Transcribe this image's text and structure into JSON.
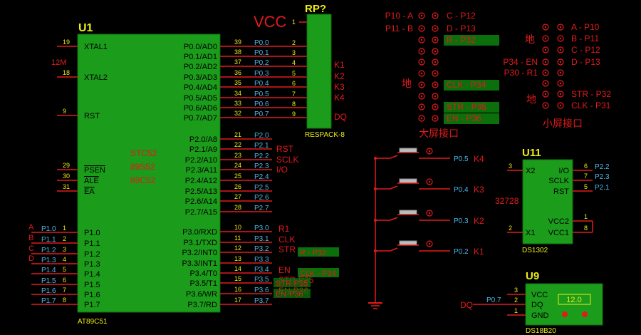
{
  "u1": {
    "ref": "U1",
    "part": "AT89C51",
    "crystal": "12M",
    "vendor_labels": [
      "STC52",
      "89S52",
      "89C52"
    ],
    "left_pins": [
      {
        "num": "19",
        "name": "XTAL1"
      },
      {
        "num": "18",
        "name": "XTAL2"
      },
      {
        "num": "9",
        "name": "RST"
      },
      {
        "num": "29",
        "name": "PSEN"
      },
      {
        "num": "30",
        "name": "ALE"
      },
      {
        "num": "31",
        "name": "EA"
      },
      {
        "num": "1",
        "name": "P1.0",
        "net": "P1.0",
        "tag": "A"
      },
      {
        "num": "2",
        "name": "P1.1",
        "net": "P1.1",
        "tag": "B"
      },
      {
        "num": "3",
        "name": "P1.2",
        "net": "P1.2",
        "tag": "C"
      },
      {
        "num": "4",
        "name": "P1.3",
        "net": "P1.3",
        "tag": "D"
      },
      {
        "num": "5",
        "name": "P1.4",
        "net": "P1.4",
        "tag": ""
      },
      {
        "num": "6",
        "name": "P1.5",
        "net": "P1.5",
        "tag": ""
      },
      {
        "num": "7",
        "name": "P1.6",
        "net": "P1.6",
        "tag": ""
      },
      {
        "num": "8",
        "name": "P1.7",
        "net": "P1.7",
        "tag": ""
      }
    ],
    "right_pins": [
      {
        "num": "39",
        "name": "P0.0/AD0",
        "net": "P0.0"
      },
      {
        "num": "38",
        "name": "P0.1/AD1",
        "net": "P0.1"
      },
      {
        "num": "37",
        "name": "P0.2/AD2",
        "net": "P0.2"
      },
      {
        "num": "36",
        "name": "P0.3/AD3",
        "net": "P0.3"
      },
      {
        "num": "35",
        "name": "P0.4/AD4",
        "net": "P0.4"
      },
      {
        "num": "34",
        "name": "P0.5/AD5",
        "net": "P0.5"
      },
      {
        "num": "33",
        "name": "P0.6/AD6",
        "net": "P0.6"
      },
      {
        "num": "32",
        "name": "P0.7/AD7",
        "net": "P0.7"
      },
      {
        "num": "21",
        "name": "P2.0/A8",
        "net": "P2.0",
        "tag": ""
      },
      {
        "num": "22",
        "name": "P2.1/A9",
        "net": "P2.1",
        "tag": "RST"
      },
      {
        "num": "23",
        "name": "P2.2/A10",
        "net": "P2.2",
        "tag": "SCLK"
      },
      {
        "num": "24",
        "name": "P2.3/A11",
        "net": "P2.3",
        "tag": "I/O"
      },
      {
        "num": "25",
        "name": "P2.4/A12",
        "net": "P2.4",
        "tag": ""
      },
      {
        "num": "26",
        "name": "P2.5/A13",
        "net": "P2.5",
        "tag": ""
      },
      {
        "num": "27",
        "name": "P2.6/A14",
        "net": "P2.6",
        "tag": ""
      },
      {
        "num": "28",
        "name": "P2.7/A15",
        "net": "P2.7",
        "tag": ""
      },
      {
        "num": "10",
        "name": "P3.0/RXD",
        "net": "P3.0",
        "tag": "R1"
      },
      {
        "num": "11",
        "name": "P3.1/TXD",
        "net": "P3.1",
        "tag": "CLK"
      },
      {
        "num": "12",
        "name": "P3.2/INT0",
        "net": "P3.2",
        "tag": "STR",
        "hl": "R - P32"
      },
      {
        "num": "13",
        "name": "P3.3/INT1",
        "net": "P3.3",
        "tag": ""
      },
      {
        "num": "14",
        "name": "P3.4/T0",
        "net": "P3.4",
        "tag": "EN",
        "hl": "CLK - P34"
      },
      {
        "num": "15",
        "name": "P3.5/T1",
        "net": "P3.5",
        "tag": "STR-P35"
      },
      {
        "num": "16",
        "name": "P3.6/WR",
        "net": "P3.6",
        "tag": "EN-P36"
      },
      {
        "num": "17",
        "name": "P3.7/RD",
        "net": "P3.7",
        "tag": ""
      }
    ]
  },
  "rp": {
    "ref": "RP?",
    "vcc": "VCC",
    "part": "RESPACK-8",
    "pin1": "1",
    "pins": [
      "2",
      "3",
      "4",
      "5",
      "6",
      "7",
      "8",
      "9"
    ],
    "out_labels": [
      "K1",
      "K2",
      "K3",
      "K4",
      "DQ"
    ]
  },
  "big_screen": {
    "title": "大屏接口",
    "gnd_label": "地",
    "rows": [
      {
        "l": "P10 - A",
        "r": "C - P12"
      },
      {
        "l": "P11 - B",
        "r": "D - P13"
      },
      {
        "l": "",
        "r": "R - P32",
        "hl": true
      },
      {
        "l": "",
        "r": ""
      },
      {
        "l": "",
        "r": ""
      },
      {
        "l": "",
        "r": ""
      },
      {
        "l": "",
        "r": "CLK - P34",
        "hl": true
      },
      {
        "l": "",
        "r": ""
      },
      {
        "l": "",
        "r": "STR - P35",
        "hl": true
      },
      {
        "l": "",
        "r": "EN - P36",
        "hl": true
      }
    ]
  },
  "small_screen": {
    "title": "小屏接口",
    "gnd_label": "地",
    "rows": [
      {
        "l": "",
        "r": "A - P10"
      },
      {
        "l": "",
        "r": "B - P11"
      },
      {
        "l": "",
        "r": "C - P12"
      },
      {
        "l": "P34 - EN",
        "r": "D - P13"
      },
      {
        "l": "P30 - R1",
        "r": ""
      },
      {
        "l": "",
        "r": ""
      },
      {
        "l": "",
        "r": "STR - P32"
      },
      {
        "l": "",
        "r": "CLK - P31"
      }
    ]
  },
  "keys": [
    {
      "net": "P0.5",
      "label": "K4"
    },
    {
      "net": "P0.4",
      "label": "K3"
    },
    {
      "net": "P0.3",
      "label": "K2"
    },
    {
      "net": "P0.2",
      "label": "K1"
    }
  ],
  "u11": {
    "ref": "U11",
    "part": "DS1302",
    "crystal": "32728",
    "pins": [
      {
        "num": "3",
        "name": "X2"
      },
      {
        "num": "2",
        "name": "X1"
      },
      {
        "num": "6",
        "name": "I/O",
        "net": "P2.2"
      },
      {
        "num": "7",
        "name": "SCLK",
        "net": "P2.3"
      },
      {
        "num": "5",
        "name": "RST",
        "net": "P2.1"
      },
      {
        "num": "1",
        "name": "VCC2"
      },
      {
        "num": "8",
        "name": "VCC1"
      }
    ]
  },
  "u9": {
    "ref": "U9",
    "part": "DS18B20",
    "reading": "12.0",
    "dq_label": "DQ",
    "dq_net": "P0.7",
    "pins": [
      {
        "num": "3",
        "name": "VCC"
      },
      {
        "num": "2",
        "name": "DQ"
      },
      {
        "num": "1",
        "name": "GND"
      }
    ]
  },
  "colors": {
    "chip_fill": "#1b9c1b",
    "pin_red": "#e21a1a",
    "net_cyan": "#4bb8e6",
    "dark_green": "#0b6f0b",
    "chip_label": "#ecec18"
  }
}
